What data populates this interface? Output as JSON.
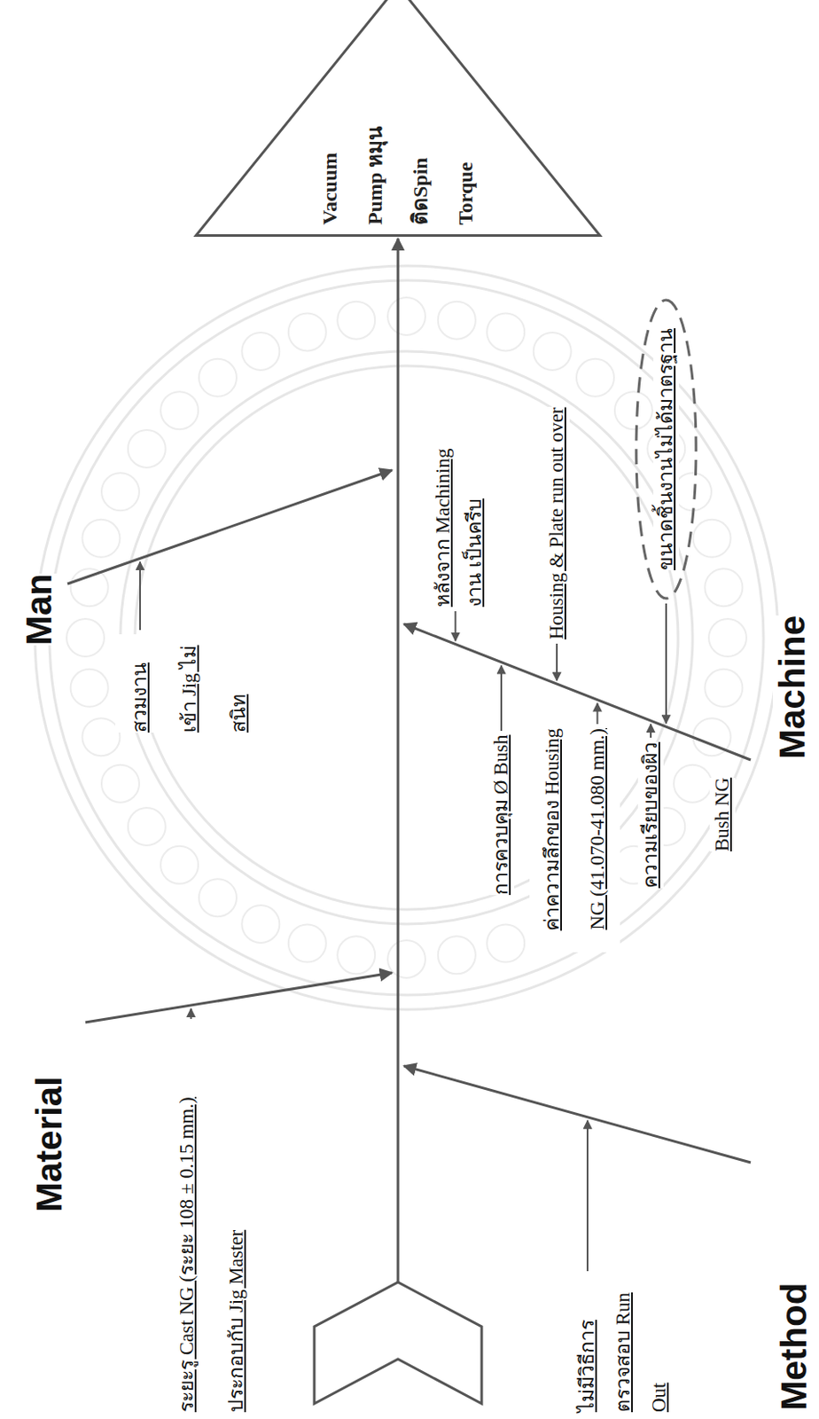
{
  "diagram": {
    "nodes": [
      {
        "text": [
          "Vacuum Pump หมุน ติดSpin Torque"
        ]
      },
      {
        "text": [
          "ขนาดชิ้นงานไม่ได้มาตรฐาน"
        ]
      }
    ],
    "labels": [
      "Material",
      "ระยะรู Cast NG (ระยะ 108 ± 0.15 mm.) ประกอบกับ Jig Master",
      "Man",
      "สวมงานเข้า Jig ไม่สนิท",
      "Method",
      "ไม่มีวิธีการ ตรวจสอบ Run Out",
      "Machine",
      "หลังจาก Machining งาน เป็นครีบ",
      "Housing & Plate run out over",
      "การควบคุม Ø Bush",
      "ค่าความลึกของ Housing NG (41.070-41.080 mm.)",
      "ความเรียบของผิว",
      "Bush NG"
    ]
  }
}
